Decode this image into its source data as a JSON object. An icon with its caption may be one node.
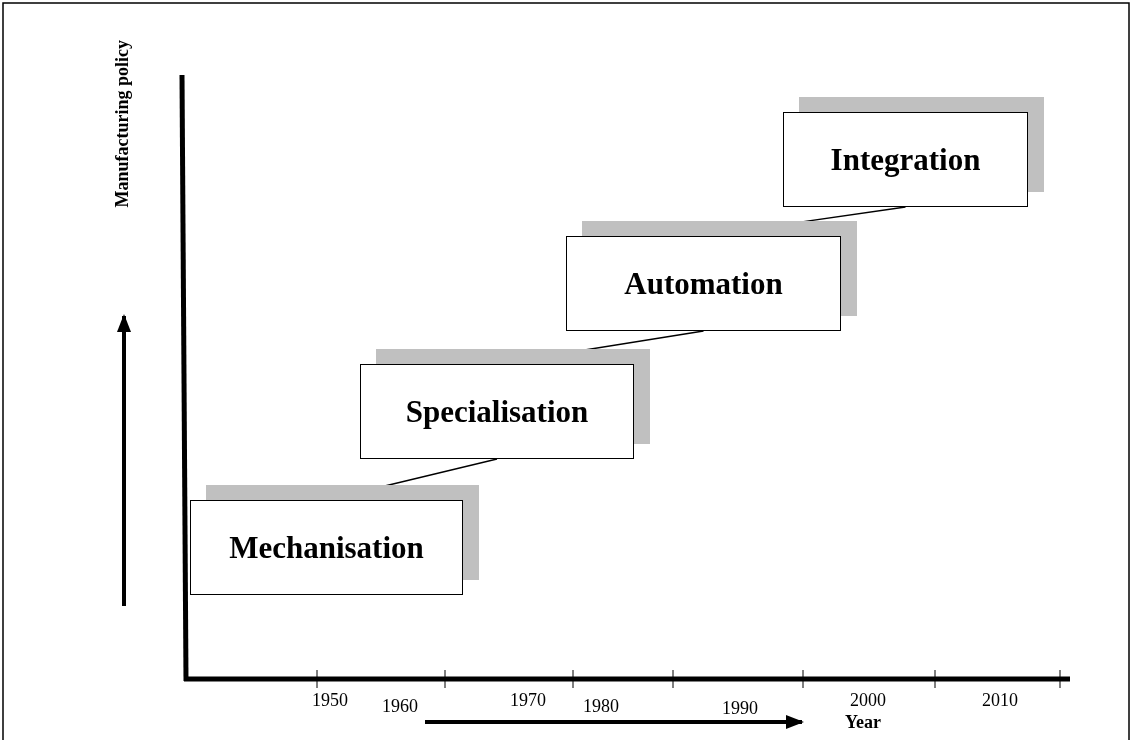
{
  "diagram": {
    "nodes": [
      {
        "text": [
          "Mechanisation"
        ]
      },
      {
        "text": [
          "Specialisation"
        ]
      },
      {
        "text": [
          "Automation"
        ]
      },
      {
        "text": [
          "Integration"
        ]
      }
    ],
    "edges": [
      {
        "from": 0,
        "to": 1,
        "arrow": "none"
      },
      {
        "from": 1,
        "to": 2,
        "arrow": "none"
      },
      {
        "from": 2,
        "to": 3,
        "arrow": "none"
      }
    ],
    "labels": [
      "Manufacturing policy",
      "1950",
      "1960",
      "1970",
      "1980",
      "1990",
      "2000",
      "2010",
      "Year"
    ]
  }
}
